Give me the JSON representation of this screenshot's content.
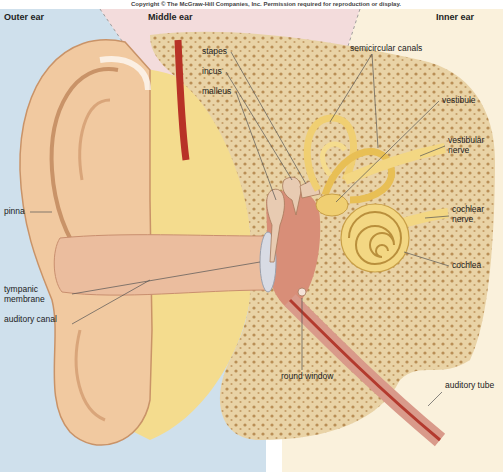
{
  "diagram": {
    "nodes": [
      {
        "text": [
          "Outer ear"
        ]
      },
      {
        "text": [
          "Middle ear"
        ]
      },
      {
        "text": [
          "Inner ear"
        ]
      }
    ],
    "labels": [
      "Copyright © The McGraw-Hill Companies, Inc. Permission required for reproduction or display.",
      "stapes",
      "incus",
      "malleus",
      "semicircular canals",
      "vestibule",
      "vestibular nerve",
      "cochlear nerve",
      "cochlea",
      "pinna",
      "tympanic membrane",
      "auditory canal",
      "round window",
      "auditory tube"
    ]
  }
}
